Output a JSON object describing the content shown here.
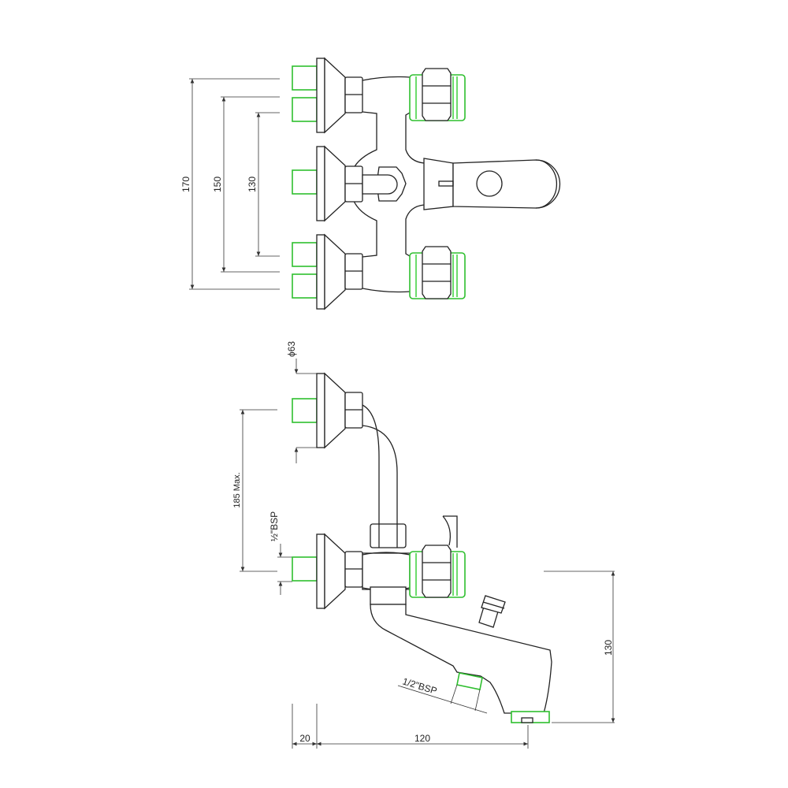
{
  "title": "Bath mixer wall-mounted technical drawing",
  "colors": {
    "line": "#222222",
    "accent": "#2fbf2f"
  },
  "top_view": {
    "dim_170": "170",
    "dim_150": "150",
    "dim_130": "130"
  },
  "side_view": {
    "dim_phi63": "ϕ63",
    "dim_185": "185 Max.",
    "dim_bsp_inlet": "½\"BSP",
    "dim_bsp_outlet": "1/2\"BSP",
    "dim_height_130": "130",
    "dim_20": "20",
    "dim_120": "120"
  }
}
